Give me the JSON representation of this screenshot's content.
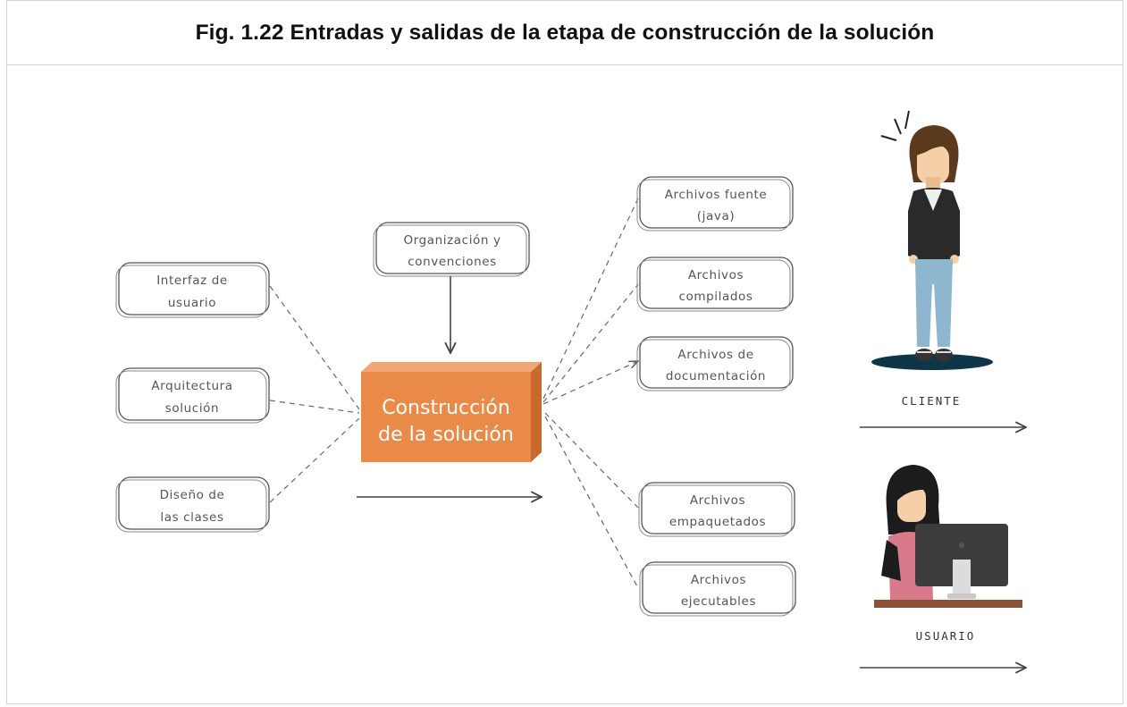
{
  "title": "Fig. 1.22 Entradas y salidas de la etapa de construcción de la solución",
  "center": {
    "line1": "Construcción",
    "line2": "de la solución",
    "color": "#ea8a48"
  },
  "inputs": [
    {
      "line1": "Interfaz de",
      "line2": "usuario"
    },
    {
      "line1": "Arquitectura",
      "line2": "solución"
    },
    {
      "line1": "Diseño de",
      "line2": "las clases"
    }
  ],
  "top_input": {
    "line1": "Organización y",
    "line2": "convenciones"
  },
  "outputs": [
    {
      "line1": "Archivos fuente",
      "line2": "(java)"
    },
    {
      "line1": "Archivos",
      "line2": "compilados"
    },
    {
      "line1": "Archivos de",
      "line2": "documentación"
    },
    {
      "line1": "Archivos",
      "line2": "empaquetados"
    },
    {
      "line1": "Archivos",
      "line2": "ejecutables"
    }
  ],
  "people": {
    "client": "CLIENTE",
    "user": "USUARIO"
  },
  "icons": [
    "client-figure-icon",
    "user-at-computer-icon",
    "arrow-right-icon"
  ]
}
